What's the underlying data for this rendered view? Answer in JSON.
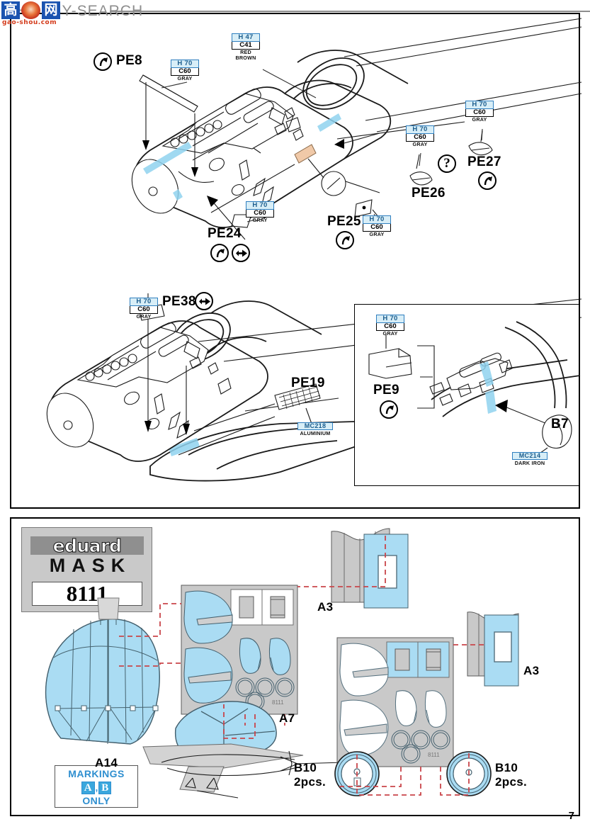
{
  "watermark": {
    "text": "HOBBY-SEARCH",
    "url": "gao-shou.com",
    "cjk_left": "高",
    "cjk_right": "网"
  },
  "page": {
    "number": "7"
  },
  "paints": {
    "gray": {
      "hobby": "H 70",
      "gunze": "C60",
      "name": "GRAY"
    },
    "red_brown": {
      "hobby": "H 47",
      "gunze": "C41",
      "name": "RED BROWN"
    },
    "aluminium": {
      "code": "MC218",
      "name": "ALUMINIUM"
    },
    "dark_iron": {
      "code": "MC214",
      "name": "DARK IRON"
    }
  },
  "step_top": {
    "callouts": [
      {
        "id": "pe8",
        "label": "PE8",
        "paint": "gray",
        "icons": [
          "bend-up"
        ]
      },
      {
        "id": "pe24",
        "label": "PE24",
        "paint": "gray",
        "icons": [
          "bend-up",
          "mirror"
        ]
      },
      {
        "id": "pe25",
        "label": "PE25",
        "paint": "gray",
        "icons": [
          "bend-up"
        ]
      },
      {
        "id": "pe26",
        "label": "PE26",
        "paint": "gray",
        "icons": [
          "question"
        ]
      },
      {
        "id": "pe27",
        "label": "PE27",
        "paint": "gray",
        "icons": [
          "bend-up"
        ]
      }
    ],
    "engine_paint": "red_brown"
  },
  "step_mid": {
    "callouts": [
      {
        "id": "pe38",
        "label": "PE38",
        "paint": "gray",
        "icons": [
          "mirror"
        ]
      },
      {
        "id": "pe19",
        "label": "PE19",
        "paint": "aluminium",
        "icons": []
      }
    ]
  },
  "inset": {
    "callouts": [
      {
        "id": "pe9",
        "label": "PE9",
        "paint": "gray",
        "icons": [
          "bend-up"
        ]
      },
      {
        "id": "b7",
        "label": "B7",
        "paint": "dark_iron",
        "icons": []
      }
    ]
  },
  "mask_section": {
    "brand_top": "eduard",
    "brand_bottom": "MASK",
    "product_number": "8111",
    "fret_number": "8111",
    "markings_note": {
      "line1": "MARKINGS",
      "a": "A",
      "sep": ",",
      "b": "B",
      "line3": "ONLY"
    },
    "parts": [
      {
        "id": "a14",
        "label": "A14"
      },
      {
        "id": "a7",
        "label": "A7"
      },
      {
        "id": "a3_l",
        "label": "A3"
      },
      {
        "id": "a3_r",
        "label": "A3"
      },
      {
        "id": "b10_l",
        "label": "B10",
        "qty": "2pcs."
      },
      {
        "id": "b10_r",
        "label": "B10",
        "qty": "2pcs."
      }
    ]
  }
}
